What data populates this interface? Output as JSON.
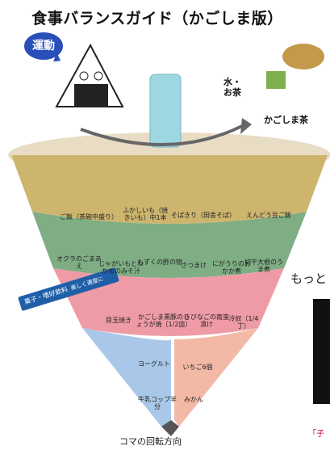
{
  "title": "食事バランスガイド（かごしま版）",
  "exercise": "運動",
  "water": [
    "水・",
    "お茶"
  ],
  "tea_label": "かごしま茶",
  "side_bar": {
    "label": "菓子・嗜好飲料",
    "sub": "楽しく適度に"
  },
  "tiers": {
    "grains": [
      {
        "label": "ご飯（茶碗中盛り）"
      },
      {
        "label": "ふかしいも（焼きいも）中1本"
      },
      {
        "label": "そばきり（田舎そば）"
      },
      {
        "label": "えんどう豆ご飯"
      }
    ],
    "vegetables": [
      {
        "label": "オクラのごまあえ"
      },
      {
        "label": "じゃがいもとわかめのみそ汁"
      },
      {
        "label": "もずくの酢の物"
      },
      {
        "label": "さつまけ"
      },
      {
        "label": "にがうりのおかか煮"
      },
      {
        "label": "切干大根のうま煮"
      }
    ],
    "protein": [
      {
        "label": "目玉焼き"
      },
      {
        "label": "かごしま黒豚のしょうが焼（1/2皿）"
      },
      {
        "label": "きびなごの南蛮漬け"
      },
      {
        "label": "冷奴（1/4丁）"
      }
    ],
    "dairy": [
      {
        "label": "ヨーグルト"
      },
      {
        "label": "牛乳コップ半分"
      }
    ],
    "fruit": [
      {
        "label": "いちご6個"
      },
      {
        "label": "みかん"
      }
    ]
  },
  "more_text": "もっと",
  "rotation_label": "コマの回転方向",
  "kids_text": "「子",
  "colors": {
    "grains": "#cdb56e",
    "veg": "#7fae84",
    "protein": "#ef9ba6",
    "dairy": "#a9c7e8",
    "fruit": "#e06a52",
    "base": "#e9dcc4"
  }
}
